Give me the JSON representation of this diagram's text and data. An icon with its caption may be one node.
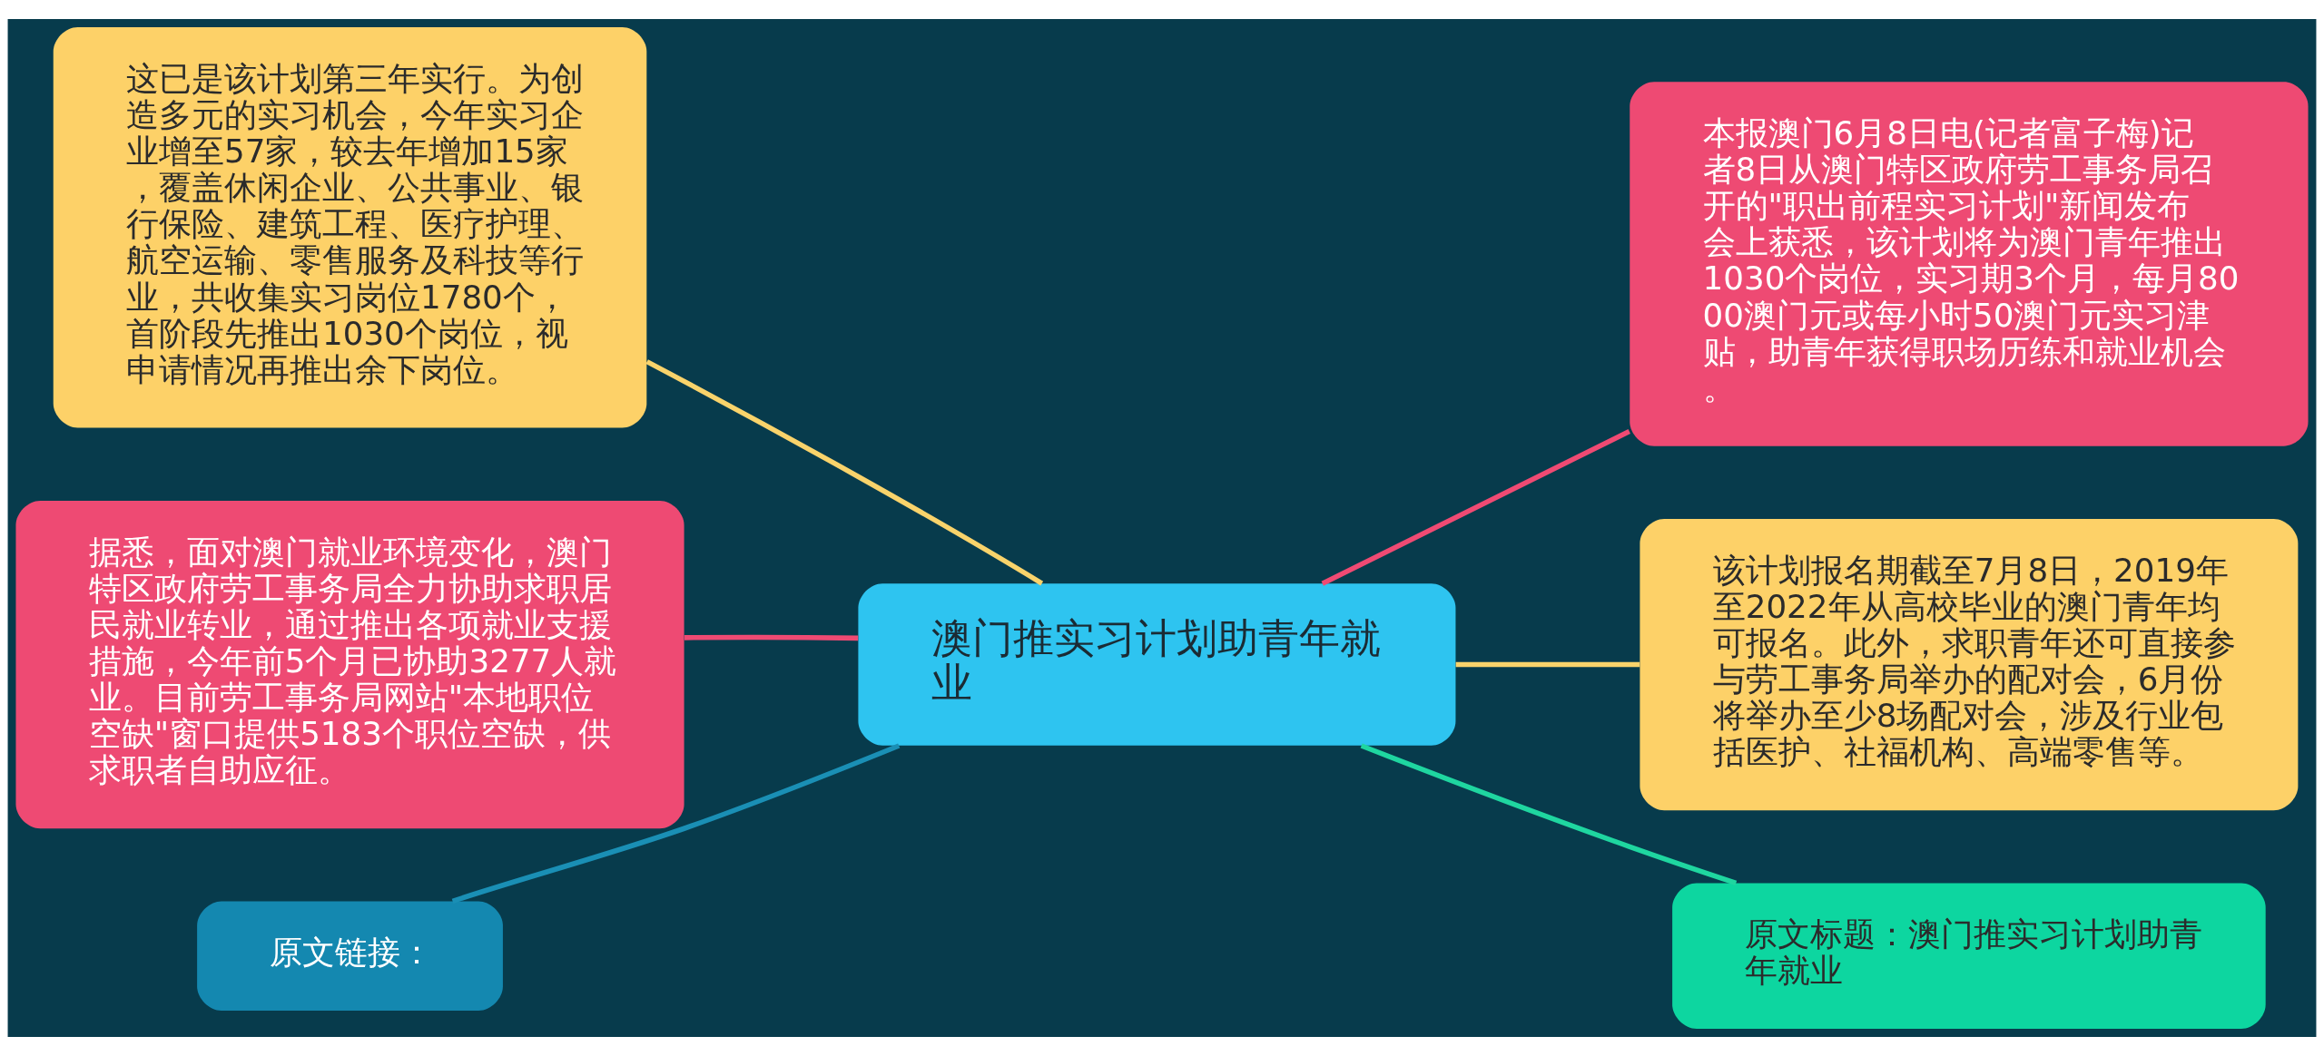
{
  "diagram": {
    "nodes": [
      {
        "text": [
          "澳门推实习计划助青年就业"
        ]
      },
      {
        "text": [
          "这已是该计划第三年实行。为创造多元的实习机会，今年实习企业增至57家，较去年增加15家，覆盖休闲企业、公共事业、银行保险、建筑工程、医疗护理、航空运输、零售服务及科技等行业，共收集实习岗位1780个，首阶段先推出1030个岗位，视申请情况再推出余下岗位。"
        ]
      },
      {
        "text": [
          "据悉，面对澳门就业环境变化，澳门特区政府劳工事务局全力协助求职居民就业转业，通过推出各项就业支援措施，今年前5个月已协助3277人就业。目前劳工事务局网站\"本地职位空缺\"窗口提供5183个职位空缺，供求职者自助应征。"
        ]
      },
      {
        "text": [
          "原文链接："
        ]
      },
      {
        "text": [
          "本报澳门6月8日电(记者富子梅)记者8日从澳门特区政府劳工事务局召开的\"职出前程实习计划\"新闻发布会上获悉，该计划将为澳门青年推出1030个岗位，实习期3个月，每月8000澳门元或每小时50澳门元实习津贴，助青年获得职场历练和就业机会。"
        ]
      },
      {
        "text": [
          "该计划报名期截至7月8日，2019年至2022年从高校毕业的澳门青年均可报名。此外，求职青年还可直接参与劳工事务局举办的配对会，6月份将举办至少8场配对会，涉及行业包括医护、社福机构、高端零售等。"
        ]
      },
      {
        "text": [
          "原文标题：澳门推实习计划助青年就业"
        ]
      }
    ],
    "edges": [
      {
        "from": 0,
        "to": 1,
        "arrow": "none",
        "color": "#f9d36b"
      },
      {
        "from": 0,
        "to": 2,
        "arrow": "none",
        "color": "#ef4a73"
      },
      {
        "from": 0,
        "to": 3,
        "arrow": "none",
        "color": "#1a8fb5"
      },
      {
        "from": 0,
        "to": 4,
        "arrow": "none",
        "color": "#ef4a73"
      },
      {
        "from": 0,
        "to": 5,
        "arrow": "none",
        "color": "#f9d36b"
      },
      {
        "from": 0,
        "to": 6,
        "arrow": "none",
        "color": "#1fd6a0"
      }
    ]
  }
}
